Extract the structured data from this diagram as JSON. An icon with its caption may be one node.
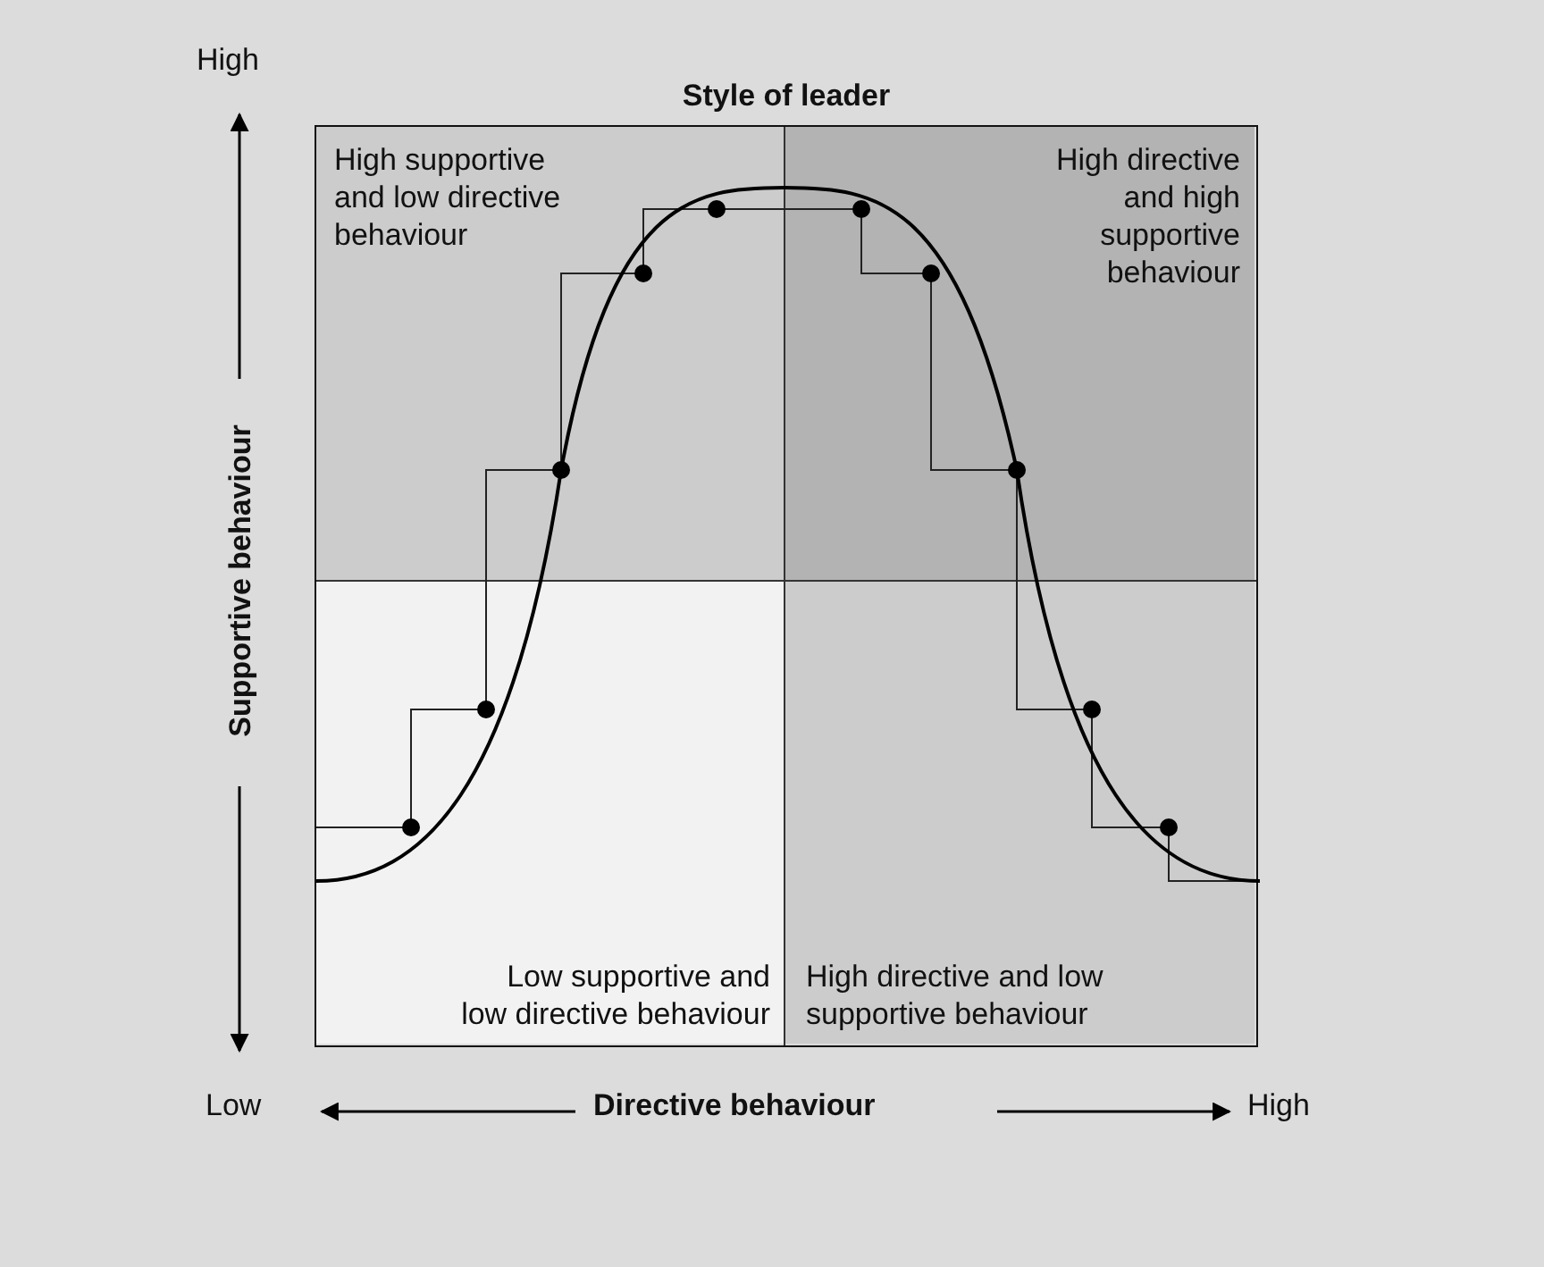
{
  "diagram": {
    "title": "Style of leader",
    "nodes": [
      {
        "text": [
          "High supportive and low directive behaviour"
        ]
      },
      {
        "text": [
          "High directive and high supportive behaviour"
        ]
      },
      {
        "text": [
          "Low supportive and low directive behaviour"
        ]
      },
      {
        "text": [
          "High directive and low supportive behaviour"
        ]
      }
    ],
    "edges": [],
    "labels": [
      "High",
      "Supportive behaviour",
      "Low",
      "Directive behaviour",
      "High"
    ]
  }
}
